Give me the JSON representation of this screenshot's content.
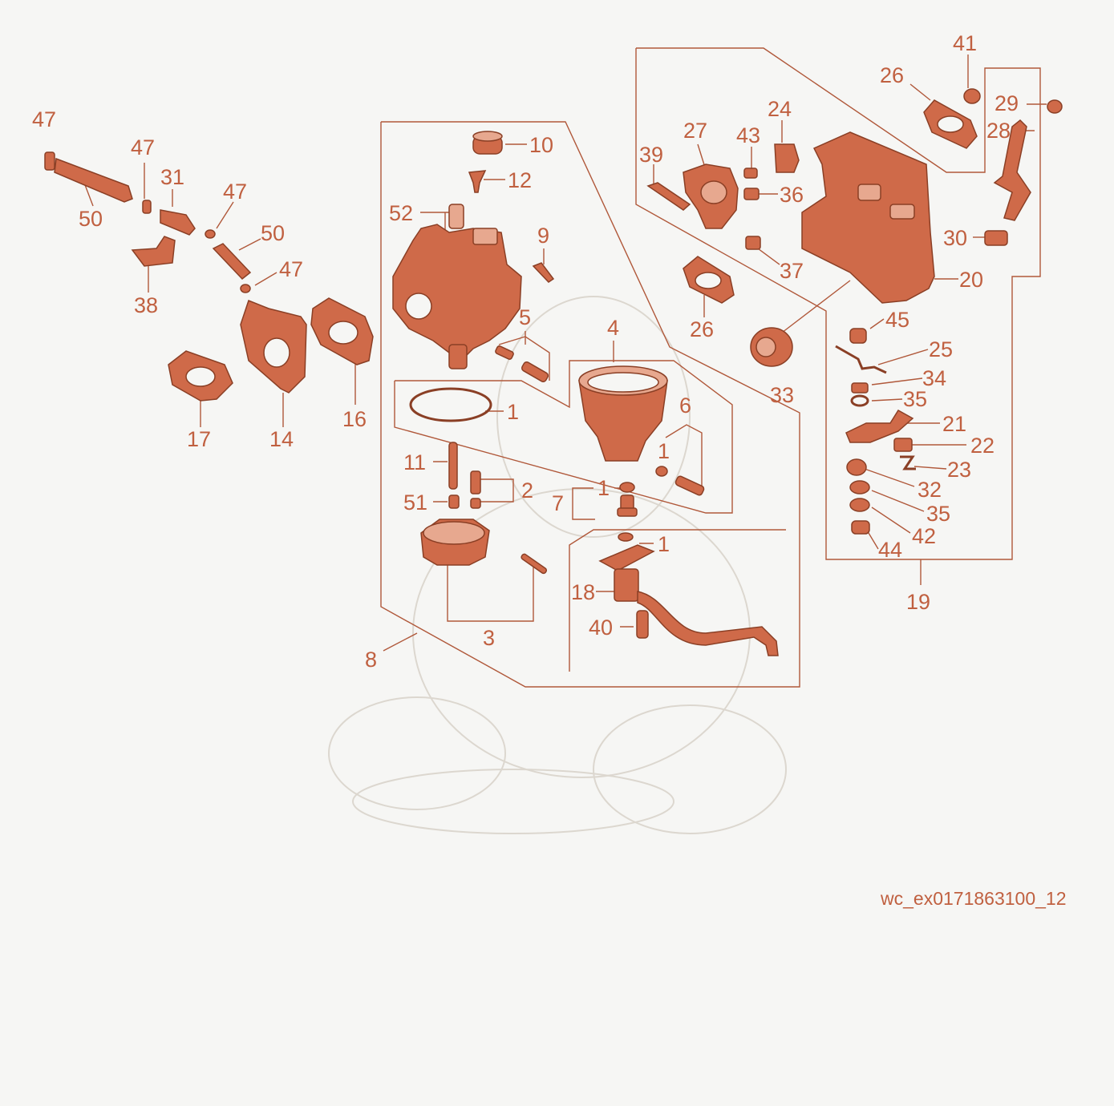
{
  "labels": {
    "p1": "1",
    "p2": "2",
    "p3": "3",
    "p4": "4",
    "p5": "5",
    "p6": "6",
    "p7": "7",
    "p8": "8",
    "p9": "9",
    "p10": "10",
    "p11": "11",
    "p12": "12",
    "p14": "14",
    "p16": "16",
    "p17": "17",
    "p18": "18",
    "p19": "19",
    "p20": "20",
    "p21": "21",
    "p22": "22",
    "p23": "23",
    "p24": "24",
    "p25": "25",
    "p26": "26",
    "p27": "27",
    "p28": "28",
    "p29": "29",
    "p30": "30",
    "p31": "31",
    "p32": "32",
    "p33": "33",
    "p34": "34",
    "p35": "35",
    "p36": "36",
    "p37": "37",
    "p38": "38",
    "p39": "39",
    "p40": "40",
    "p41": "41",
    "p42": "42",
    "p43": "43",
    "p44": "44",
    "p45": "45",
    "p47": "47",
    "p50": "50",
    "p51": "51",
    "p52": "52"
  },
  "drawing_code": "wc_ex0171863100_12",
  "colors": {
    "part": "#cf6a49",
    "outline": "#8a3f25",
    "label": "#c06040",
    "background": "#f6f6f4"
  }
}
